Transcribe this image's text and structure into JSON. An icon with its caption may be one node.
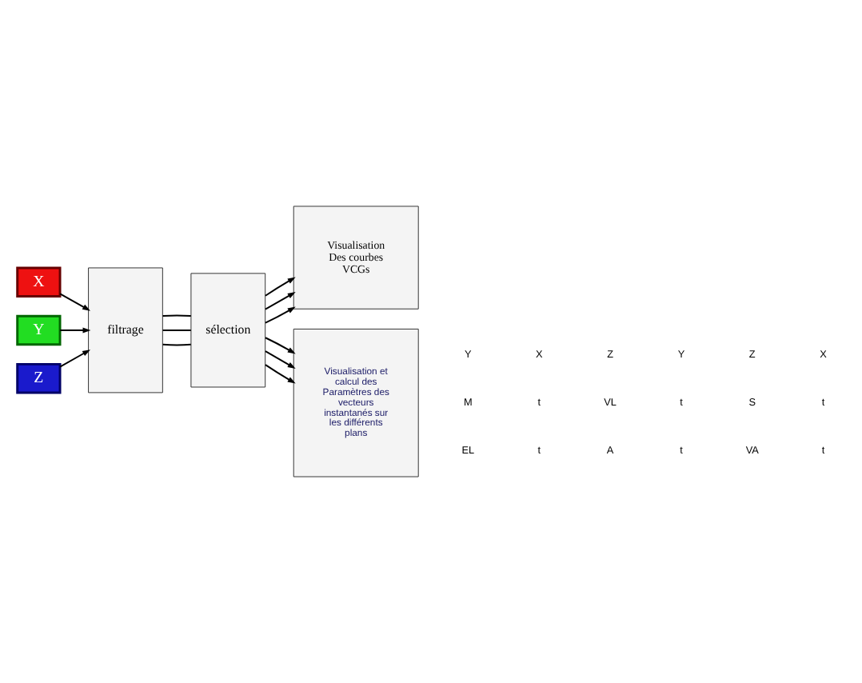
{
  "diagram": {
    "nodes": [
      {
        "text": [
          "X"
        ]
      },
      {
        "text": [
          "Y"
        ]
      },
      {
        "text": [
          "Z"
        ]
      },
      {
        "text": [
          "filtrage"
        ]
      },
      {
        "text": [
          "sélection"
        ]
      },
      {
        "text": [
          "Visualisation Des courbes VCGs"
        ]
      },
      {
        "text": [
          "Visualisation et calcul des Paramètres des vecteurs instantanés sur les différents plans"
        ]
      }
    ],
    "edges": [
      {
        "from": 0,
        "to": 3,
        "arrow": "to"
      },
      {
        "from": 1,
        "to": 3,
        "arrow": "to"
      },
      {
        "from": 2,
        "to": 3,
        "arrow": "to"
      },
      {
        "from": 3,
        "to": 4,
        "arrow": "none"
      },
      {
        "from": 3,
        "to": 4,
        "arrow": "none"
      },
      {
        "from": 3,
        "to": 4,
        "arrow": "none"
      },
      {
        "from": 4,
        "to": 5,
        "arrow": "to"
      },
      {
        "from": 4,
        "to": 5,
        "arrow": "to"
      },
      {
        "from": 4,
        "to": 5,
        "arrow": "to"
      },
      {
        "from": 4,
        "to": 6,
        "arrow": "to"
      },
      {
        "from": 4,
        "to": 6,
        "arrow": "to"
      },
      {
        "from": 4,
        "to": 6,
        "arrow": "to"
      }
    ],
    "labels": [
      "Y",
      "X",
      "Z",
      "Y",
      "Z",
      "X",
      "M",
      "t",
      "VL",
      "t",
      "S",
      "t",
      "EL",
      "t",
      "A",
      "t",
      "VA",
      "t"
    ]
  }
}
